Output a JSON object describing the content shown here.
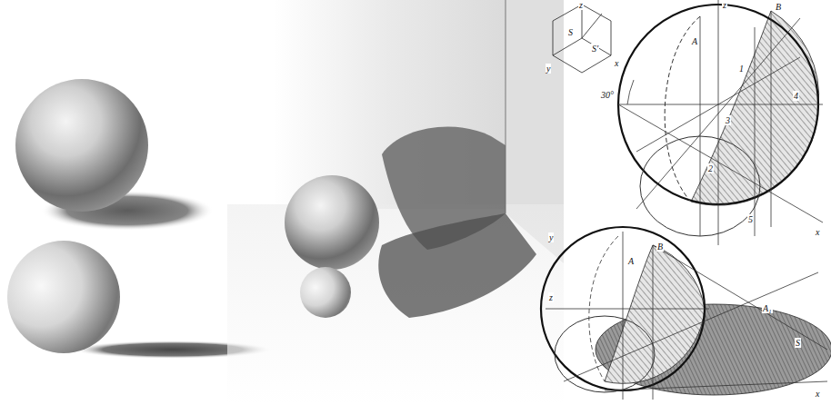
{
  "diagram": {
    "labels": [
      "z",
      "y",
      "x",
      "S",
      "S'",
      "z",
      "A",
      "B",
      "30°",
      "1",
      "2",
      "3",
      "4",
      "5",
      "x",
      "y",
      "z",
      "A",
      "B",
      "A₁",
      "S",
      "x"
    ]
  }
}
